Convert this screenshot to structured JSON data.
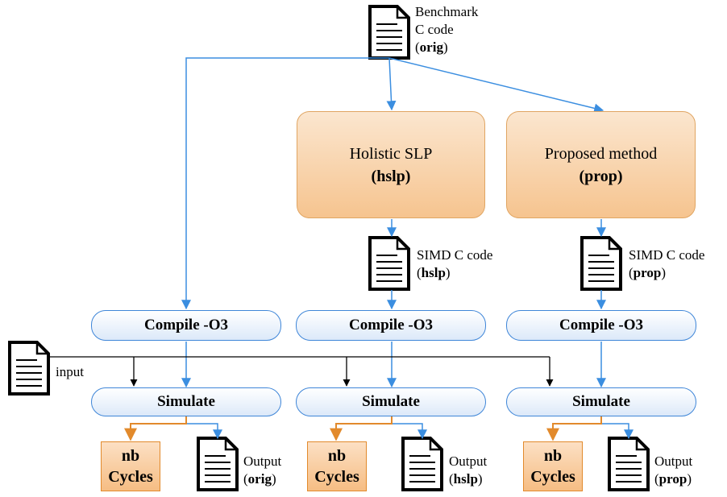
{
  "source_doc": {
    "line1": "Benchmark",
    "line2": "C code",
    "paren_open": "(",
    "tag": "orig",
    "paren_close": ")"
  },
  "methods": [
    {
      "line1": "Holistic SLP",
      "line2": "(hslp)"
    },
    {
      "line1": "Proposed method",
      "line2": "(prop)"
    }
  ],
  "simd_docs": [
    {
      "line1": "SIMD C code",
      "paren_open": "(",
      "tag": "hslp",
      "paren_close": ")"
    },
    {
      "line1": "SIMD C code",
      "paren_open": "(",
      "tag": "prop",
      "paren_close": ")"
    }
  ],
  "compile_label": "Compile -O3",
  "simulate_label": "Simulate",
  "input_label": "input",
  "cycles": {
    "line1": "nb",
    "line2": "Cycles"
  },
  "outputs": [
    {
      "line1": "Output",
      "paren_open": "(",
      "tag": "orig",
      "paren_close": ")"
    },
    {
      "line1": "Output",
      "paren_open": "(",
      "tag": "hslp",
      "paren_close": ")"
    },
    {
      "line1": "Output",
      "paren_open": "(",
      "tag": "prop",
      "paren_close": ")"
    }
  ],
  "colors": {
    "flow_blue": "#3b8ee0",
    "cycle_orange": "#e28a2c",
    "input_black": "#000000"
  }
}
